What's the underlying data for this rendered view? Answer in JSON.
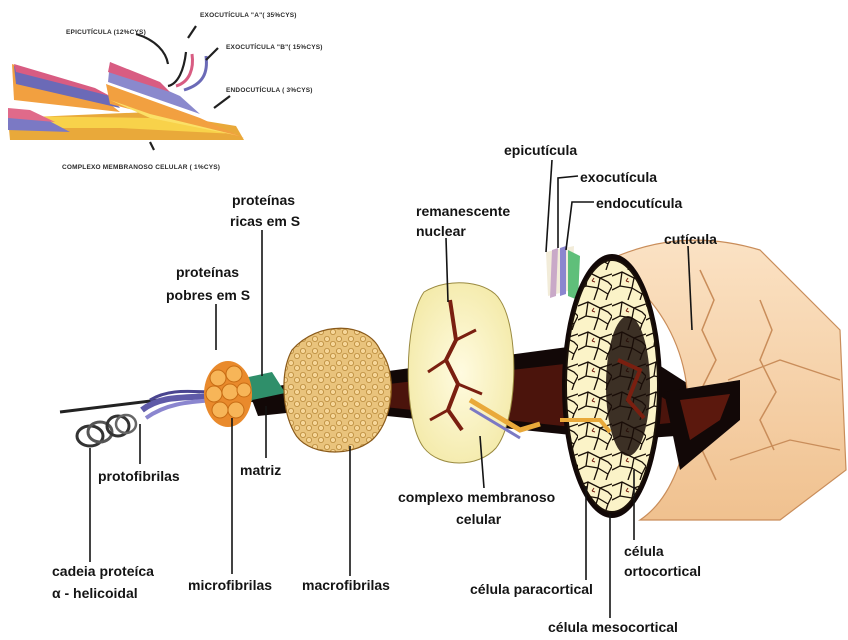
{
  "inset": {
    "epicuticula": "EPICUTÍCULA (12%CYS)",
    "exocuticula_a": "EXOCUTÍCULA \"A\"( 35%CYS)",
    "exocuticula_b": "EXOCUTÍCULA \"B\"( 15%CYS)",
    "endocuticula": "ENDOCUTÍCULA ( 3%CYS)",
    "complexo": "COMPLEXO MEMBRANOSO CELULAR ( 1%CYS)"
  },
  "labels": {
    "epicuticula": "epicutícula",
    "exocuticula": "exocutícula",
    "endocuticula": "endocutícula",
    "cuticula": "cutícula",
    "remanescente_1": "remanescente",
    "remanescente_2": "nuclear",
    "proteinas_ricas_1": "proteínas",
    "proteinas_ricas_2": "ricas em S",
    "proteinas_pobres_1": "proteínas",
    "proteinas_pobres_2": "pobres em S",
    "protofibrilas": "protofibrilas",
    "matriz": "matriz",
    "complexo_1": "complexo membranoso",
    "complexo_2": "celular",
    "cadeia_1": "cadeia proteíca",
    "cadeia_2": "α - helicoidal",
    "microfibrilas": "microfibrilas",
    "macrofibrilas": "macrofibrilas",
    "celula_para": "célula paracortical",
    "celula_orto_1": "célula",
    "celula_orto_2": "ortocortical",
    "celula_meso": "célula mesocortical"
  },
  "colors": {
    "cuticle_skin": "#f6d3ad",
    "cortex_cream": "#fbf3c8",
    "dark_core": "#120807",
    "red_brown": "#7a1f10",
    "microfibril_orange": "#f2a040",
    "macrofibril_tan": "#e7c07a",
    "protofibril_purple": "#6a64b0",
    "matrix_teal": "#2f8f6a"
  }
}
